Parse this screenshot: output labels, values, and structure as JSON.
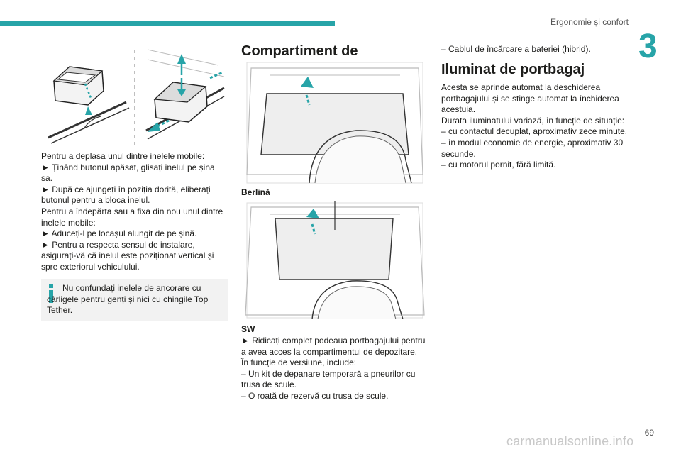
{
  "header": {
    "section_title": "Ergonomie și confort",
    "chapter_number": "3",
    "page_number": "69",
    "accent_color": "#27a4a8"
  },
  "col1": {
    "paragraphs": [
      "Pentru a deplasa unul dintre inelele mobile:",
      "►  Ținând butonul apăsat, glisați inelul pe șina sa.",
      "►  După ce ajungeți în poziția dorită, eliberați butonul pentru a bloca inelul.",
      "Pentru a îndepărta sau a fixa din nou unul dintre inelele mobile:",
      "►  Aduceți-l pe locașul alungit de pe șină.",
      "►  Pentru a respecta sensul de instalare, asigurați-vă că inelul este poziționat vertical și spre exteriorul vehiculului."
    ],
    "note": "Nu confundați inelele de ancorare cu cârligele pentru genți și nici cu chingile Top Tether."
  },
  "col2": {
    "heading": "Compartiment de depozitare",
    "caption_sedan": "Berlină",
    "caption_sw": "SW",
    "paragraphs": [
      "►  Ridicați complet podeaua portbagajului pentru a avea acces la compartimentul de depozitare.",
      "În funcție de versiune, include:",
      "–  Un kit de depanare temporară a pneurilor cu trusa de scule.",
      "–  O roată de rezervă cu trusa de scule."
    ]
  },
  "col3": {
    "intro": "–  Cablul de încărcare a bateriei (hibrid).",
    "heading": "Iluminat de portbagaj",
    "paragraphs": [
      "Acesta se aprinde automat la deschiderea portbagajului și se stinge automat la închiderea acestuia.",
      "Durata iluminatului variază, în funcție de situație:",
      "–  cu contactul decuplat, aproximativ zece minute.",
      "–  în modul economie de energie, aproximativ 30 secunde.",
      "–  cu motorul pornit, fără limită."
    ]
  },
  "footer": {
    "watermark": "carmanualsonline.info"
  }
}
